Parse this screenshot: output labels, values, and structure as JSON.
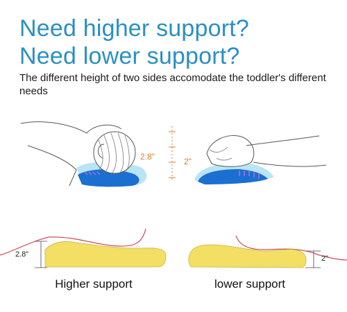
{
  "colors": {
    "headline": "#2a8fc4",
    "accent": "#e07a2a",
    "pillow_blue": "#1a6fd0",
    "pillow_light": "#b9e4f5",
    "foam": "#f2df63",
    "curve": "#cc2233"
  },
  "headline": {
    "line1": "Need higher support?",
    "line2": "Need lower support?"
  },
  "description": "The different height of two sides accomodate the toddler's different needs",
  "measurements": {
    "top_high": "2.8\"",
    "top_low": "2\"",
    "bottom_high": "2.8\"",
    "bottom_low": "2\""
  },
  "captions": {
    "higher": "Higher support",
    "lower": "lower support"
  }
}
